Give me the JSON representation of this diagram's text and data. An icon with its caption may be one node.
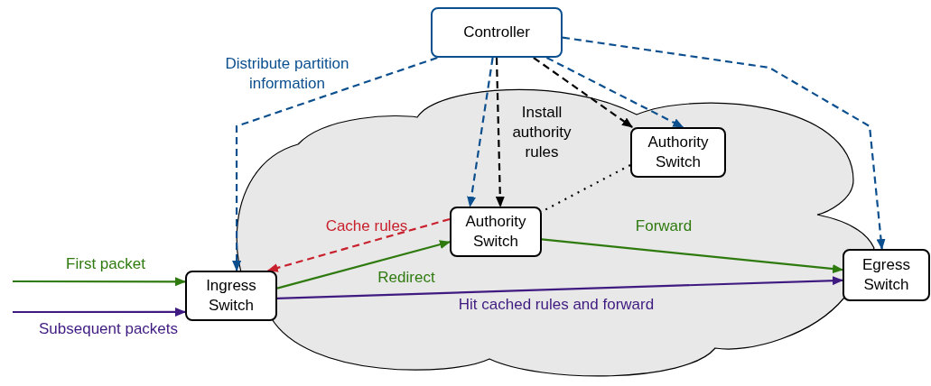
{
  "diagram": {
    "nodes": [
      {
        "text": [
          "Controller"
        ]
      },
      {
        "text": [
          "Authority Switch"
        ]
      },
      {
        "text": [
          "Authority Switch"
        ]
      },
      {
        "text": [
          "Ingress Switch"
        ]
      },
      {
        "text": [
          "Egress Switch"
        ]
      }
    ],
    "edges": [
      {
        "from": 0,
        "to": 3,
        "arrow": "to",
        "label": "Distribute partition information",
        "style": "dashed",
        "color": "#0b4f8f"
      },
      {
        "from": 0,
        "to": 2,
        "arrow": "to",
        "style": "dashed",
        "color": "#0b4f8f"
      },
      {
        "from": 0,
        "to": 2,
        "arrow": "to",
        "label": "Install authority rules",
        "style": "dashed",
        "color": "#000000"
      },
      {
        "from": 0,
        "to": 1,
        "arrow": "to",
        "style": "dashed",
        "color": "#000000"
      },
      {
        "from": 0,
        "to": 1,
        "arrow": "to",
        "style": "dashed",
        "color": "#0b4f8f"
      },
      {
        "from": 0,
        "to": 4,
        "arrow": "to",
        "style": "dashed",
        "color": "#0b4f8f"
      },
      {
        "from": 1,
        "to": 2,
        "arrow": "none",
        "style": "dashed",
        "color": "#000000"
      },
      {
        "from": 2,
        "to": 3,
        "arrow": "to",
        "label": "Cache rules",
        "style": "dashed",
        "color": "#c8202c"
      },
      {
        "from": 3,
        "to": 2,
        "arrow": "to",
        "label": "Redirect",
        "color": "#2e7a0e"
      },
      {
        "from": 2,
        "to": 4,
        "arrow": "to",
        "label": "Forward",
        "color": "#2e7a0e"
      },
      {
        "from": 3,
        "to": 4,
        "arrow": "to",
        "label": "Hit cached rules and forward",
        "color": "#3f1a80"
      },
      {
        "from": null,
        "to": 3,
        "arrow": "to",
        "label": "First packet",
        "color": "#2e7a0e"
      },
      {
        "from": null,
        "to": 3,
        "arrow": "to",
        "label": "Subsequent packets",
        "color": "#3f1a80"
      }
    ]
  }
}
